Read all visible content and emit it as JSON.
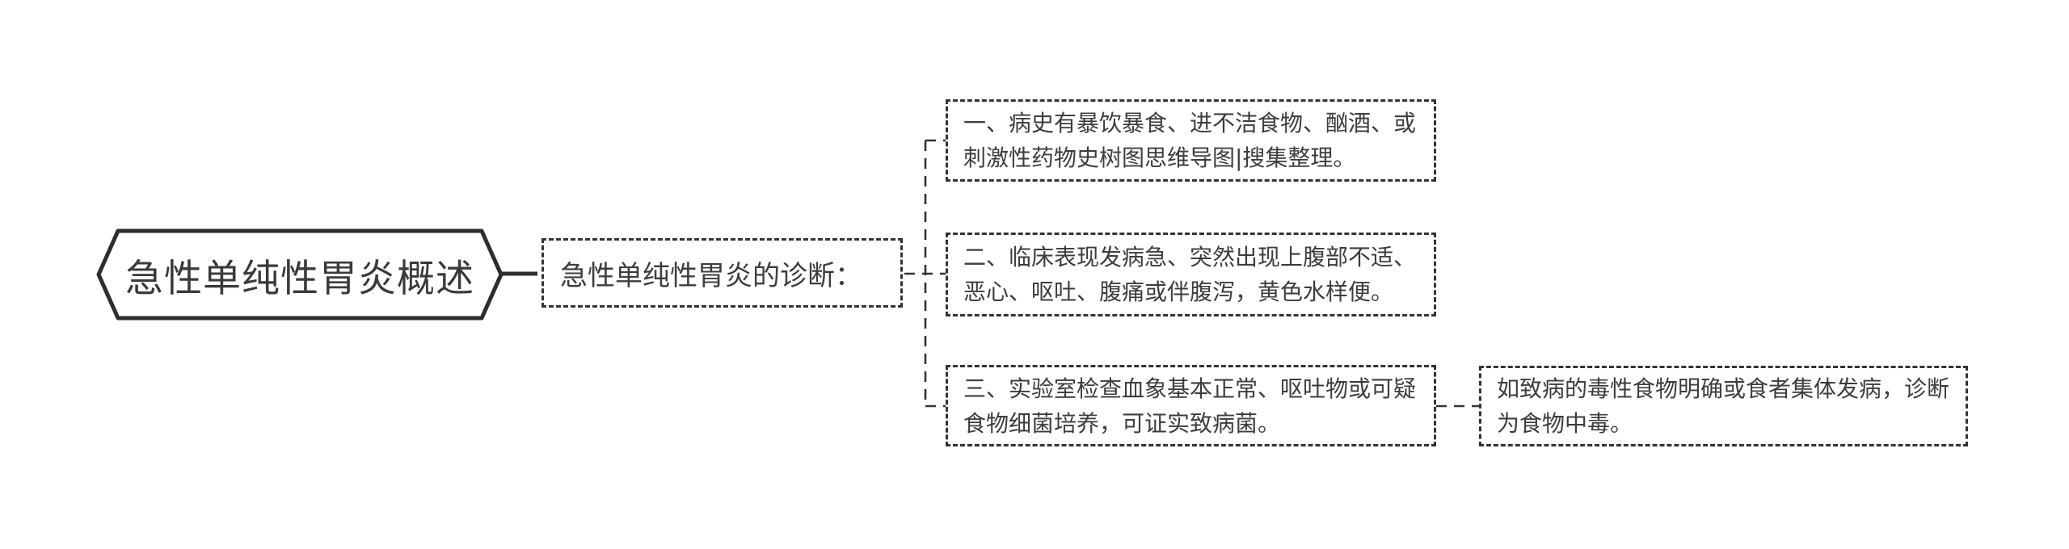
{
  "colors": {
    "text": "#3d3d3d",
    "border": "#333333",
    "root_border": "#2d2d2d",
    "background": "#ffffff"
  },
  "root": {
    "label": "急性单纯性胃炎概述"
  },
  "topic": {
    "label": "急性单纯性胃炎的诊断："
  },
  "children": [
    {
      "lines": [
        "一、病史有暴饮暴食、进不洁食物、酗酒、或",
        "刺激性药物史树图思维导图|搜集整理。"
      ]
    },
    {
      "lines": [
        "二、临床表现发病急、突然出现上腹部不适、",
        "恶心、呕吐、腹痛或伴腹泻，黄色水样便。"
      ]
    },
    {
      "lines": [
        "三、实验室检查血象基本正常、呕吐物或可疑",
        "食物细菌培养，可证实致病菌。"
      ]
    }
  ],
  "note": {
    "lines": [
      "如致病的毒性食物明确或食者集体发病，诊断",
      "为食物中毒。"
    ]
  }
}
